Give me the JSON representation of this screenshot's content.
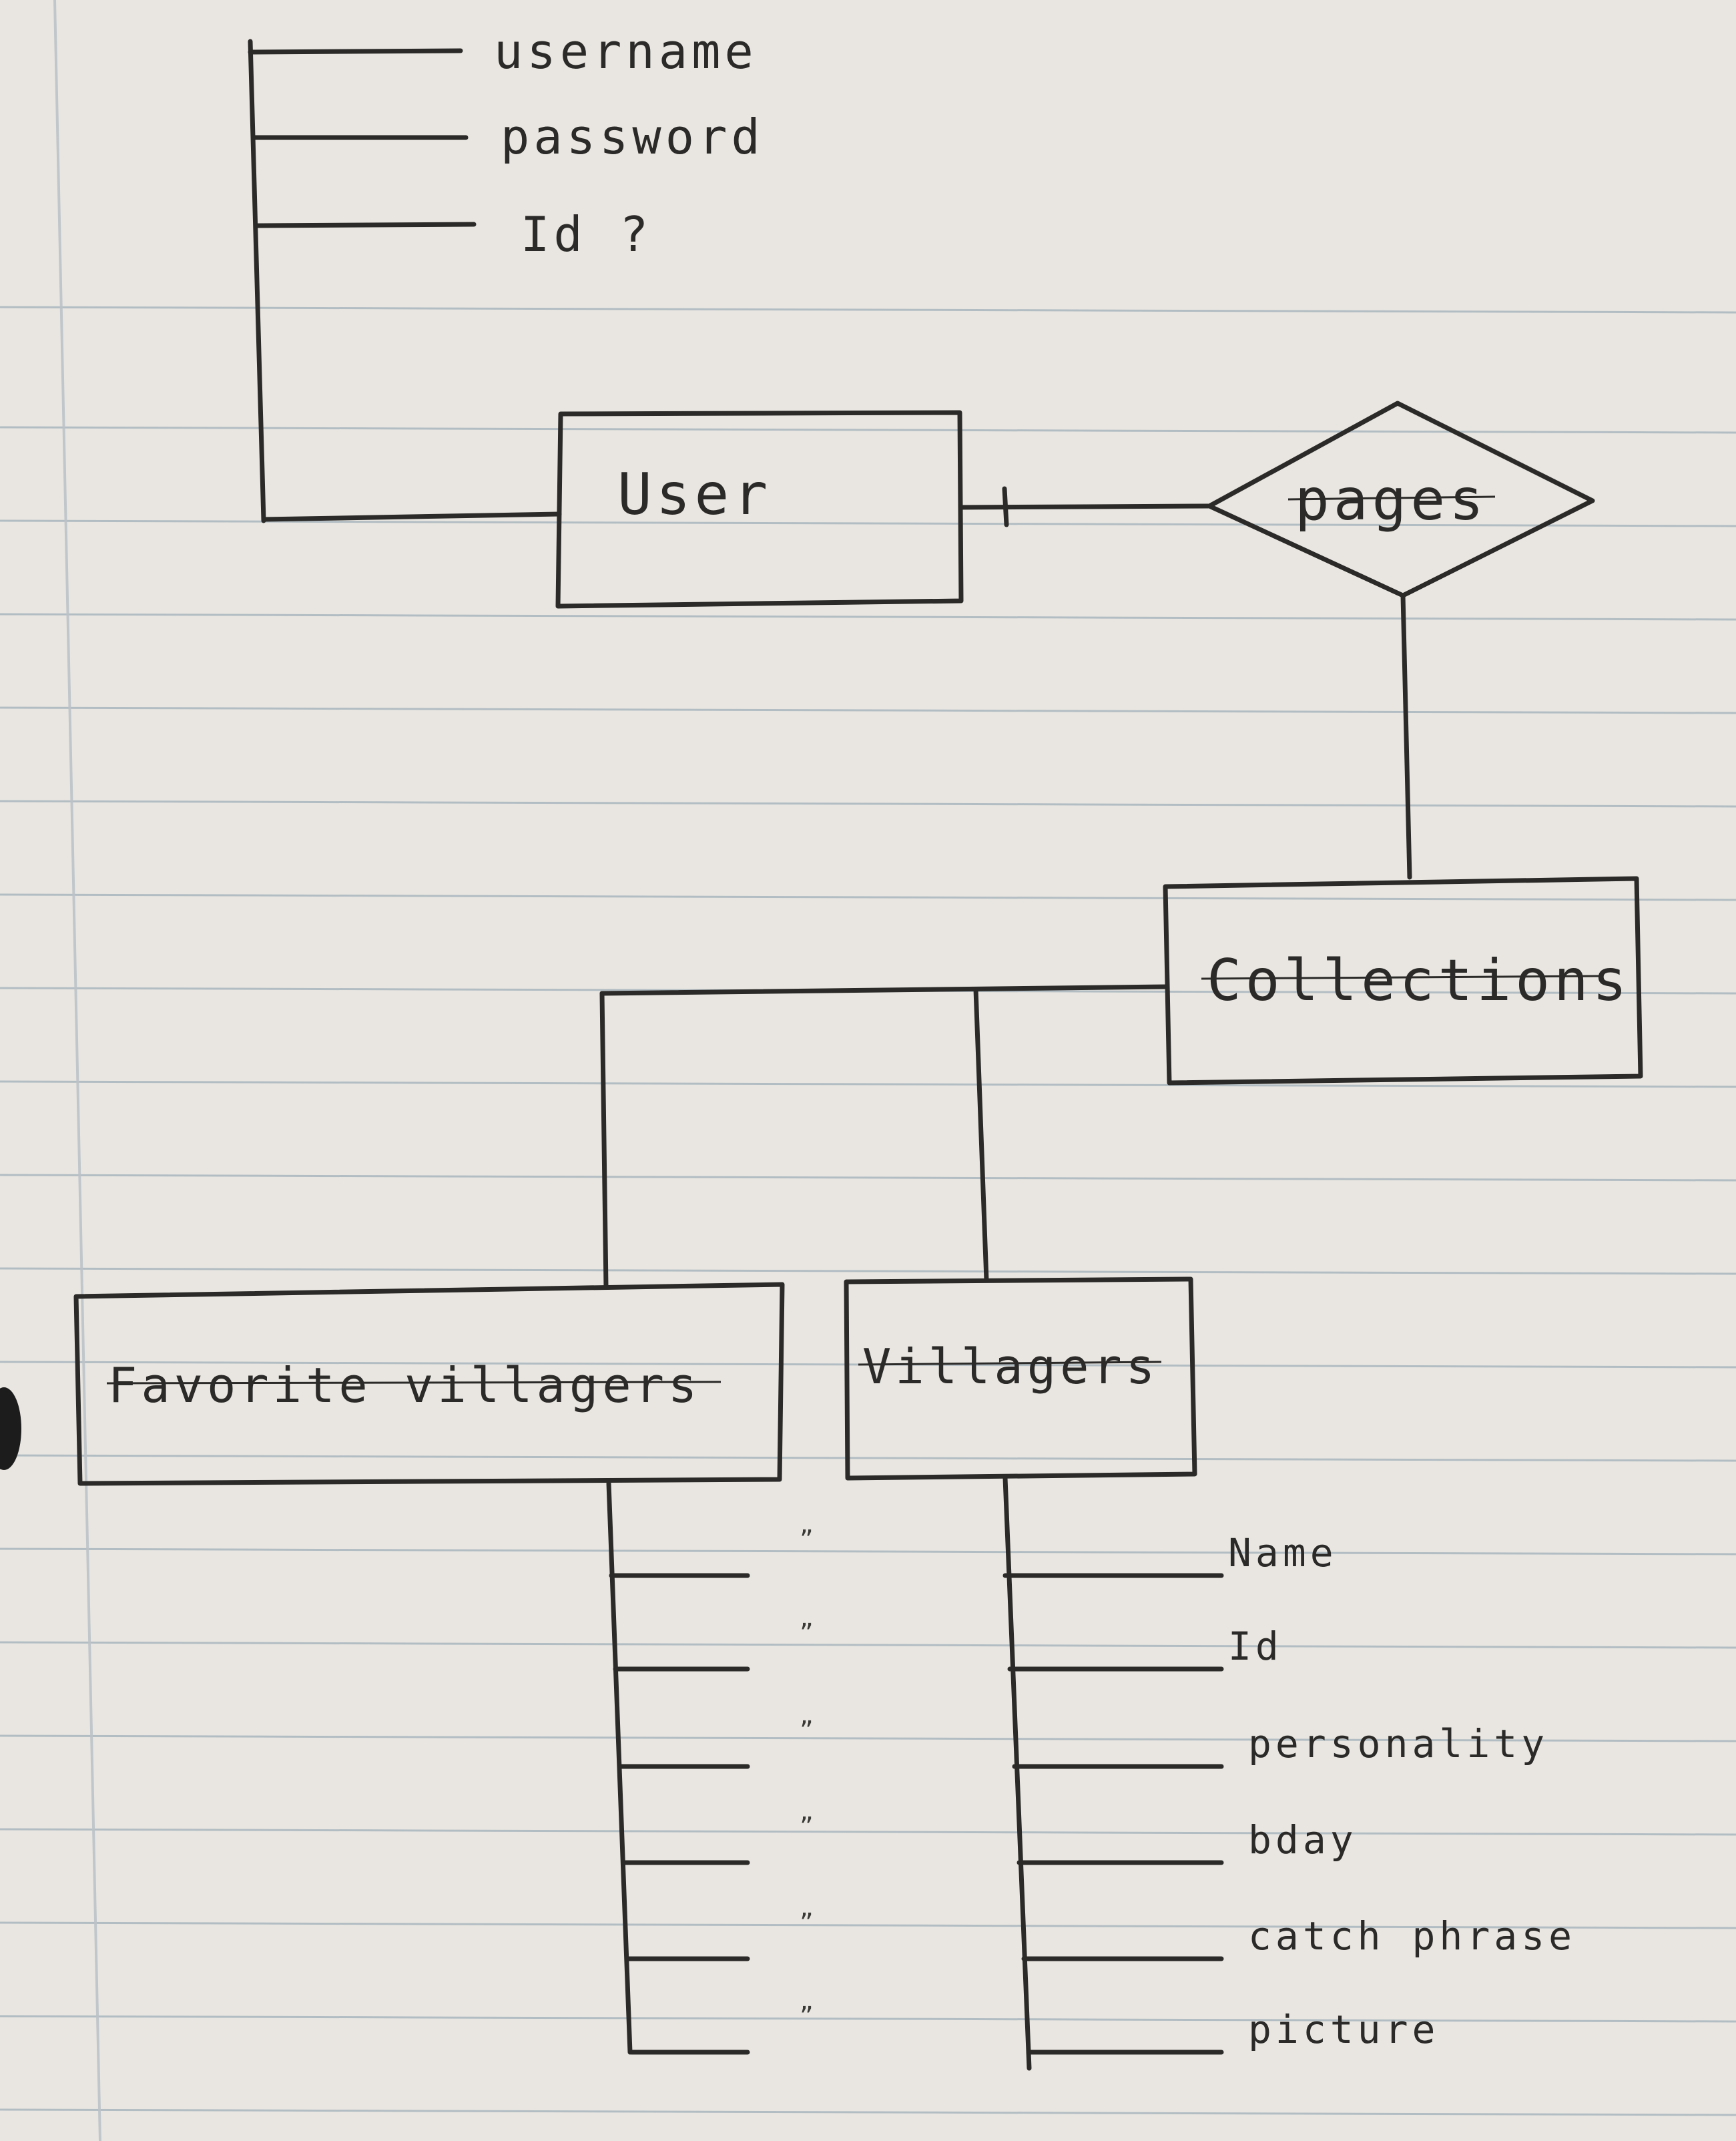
{
  "user_attributes": [
    "username",
    "password",
    "Id ?"
  ],
  "entities": {
    "user": "User",
    "collections": "Collections",
    "favorite_villagers": "Favorite villagers",
    "villagers": "Villagers"
  },
  "relationship": "pages",
  "villager_attributes": [
    "Name",
    "Id",
    "personality",
    "bday",
    "catch phrase",
    "picture"
  ],
  "ditto_mark": "”",
  "favorite_attribute_count": 6
}
